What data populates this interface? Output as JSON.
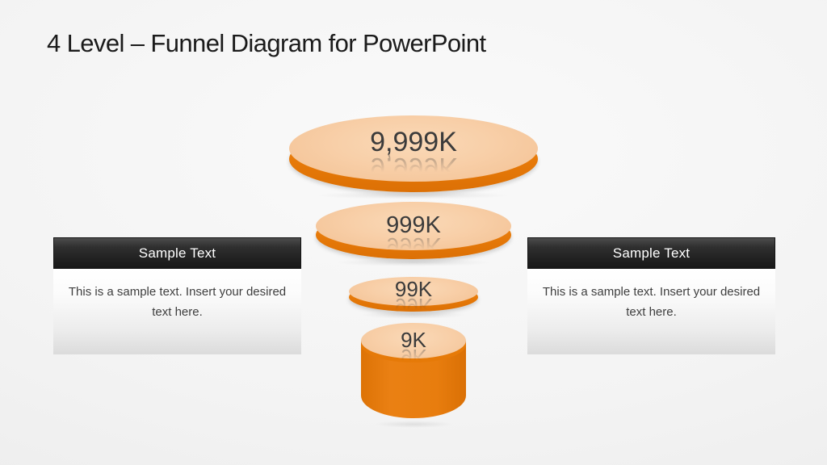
{
  "slide": {
    "title": "4 Level – Funnel Diagram for PowerPoint"
  },
  "funnel": {
    "type": "funnel-diagram",
    "levels": [
      {
        "label": "9,999K"
      },
      {
        "label": "999K"
      },
      {
        "label": "99K"
      },
      {
        "label": "9K"
      }
    ]
  },
  "left_box": {
    "header": "Sample Text",
    "body": "This is a sample text. Insert your desired text here."
  },
  "right_box": {
    "header": "Sample Text",
    "body": "This is a sample text. Insert your desired text here."
  },
  "colors": {
    "accent_orange": "#E67C0E",
    "peach": "#F8CFA8",
    "header_bar": "#212121",
    "body_text": "#3E3E3E",
    "label_text": "#3B3B3B"
  }
}
